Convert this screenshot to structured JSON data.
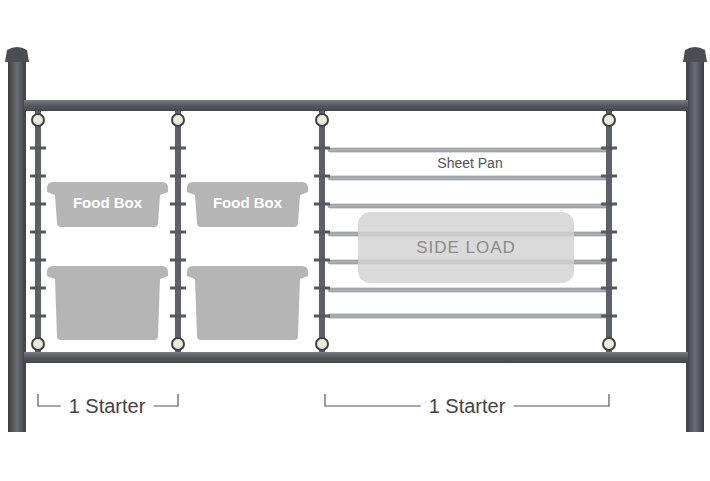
{
  "diagram": {
    "nodes": [
      {
        "text": [
          "Food Box"
        ]
      },
      {
        "text": [
          "Food Box"
        ]
      },
      {
        "text": [
          "SIDE LOAD"
        ]
      }
    ],
    "labels": [
      "Sheet Pan",
      "1 Starter",
      "1 Starter"
    ]
  }
}
